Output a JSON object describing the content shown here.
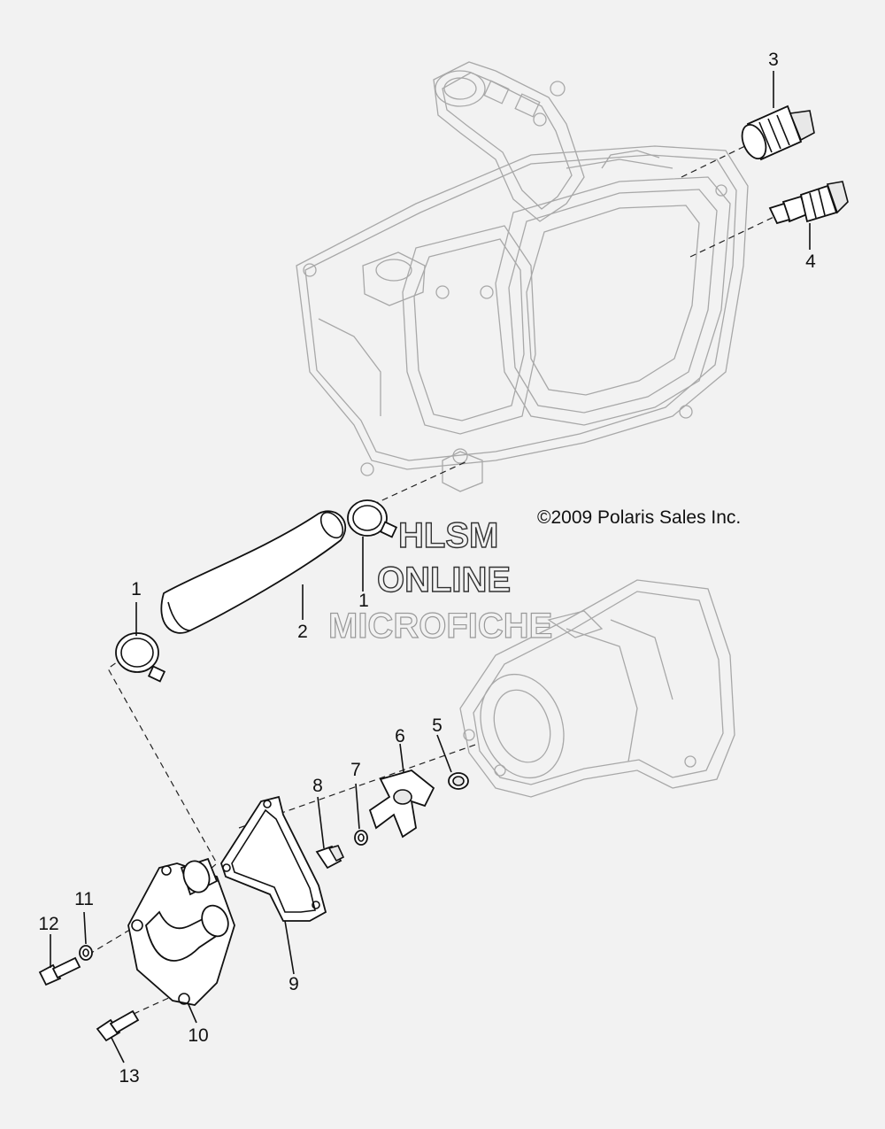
{
  "copyright": "©2009 Polaris Sales Inc.",
  "watermark": {
    "line1": "HLSM",
    "line2": "ONLINE",
    "line3": "MICROFICHE"
  },
  "callouts": [
    "1",
    "2",
    "1",
    "3",
    "4",
    "5",
    "6",
    "7",
    "8",
    "9",
    "10",
    "11",
    "12",
    "13"
  ]
}
